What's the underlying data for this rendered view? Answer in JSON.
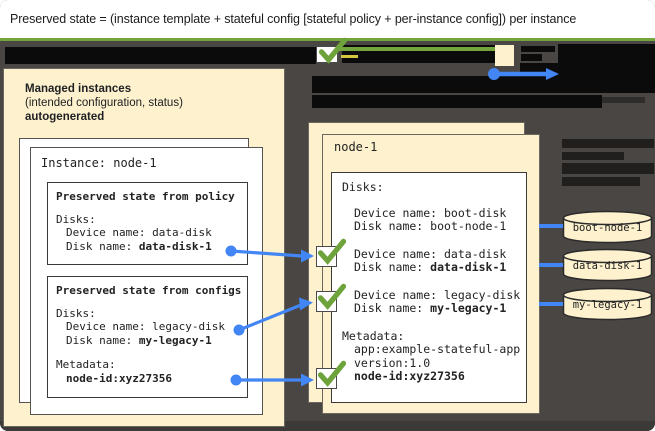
{
  "banner": {
    "text": "Preserved state = (instance template + stateful config [stateful policy + per-instance config]) per instance"
  },
  "colors": {
    "background_dark": "#494643",
    "panel_cream": "#FEF2CE",
    "arrow_blue": "#4285F4",
    "check_green": "#6EA33C",
    "line_green": "#74A53D",
    "redaction_black": "#0b0b0b"
  },
  "left_panel": {
    "header_line1": "Managed instances",
    "header_line2": "(intended configuration, status)",
    "header_line3": "autogenerated",
    "instance_title": "Instance: node-1",
    "policy_box": {
      "title": "Preserved state from policy",
      "disks_label": "Disks:",
      "device_line": "Device name: data-disk",
      "disk_prefix": "Disk name: ",
      "disk_value": "data-disk-1"
    },
    "configs_box": {
      "title": "Preserved state from configs",
      "disks_label": "Disks:",
      "device_line": "Device name: legacy-disk",
      "disk_prefix": "Disk name: ",
      "disk_value": "my-legacy-1",
      "metadata_label": "Metadata:",
      "metadata_value": "node-id:xyz27356"
    }
  },
  "right_panel": {
    "title": "node-1",
    "disks_label": "Disks:",
    "entries": [
      {
        "device": "Device name: boot-disk",
        "disk_prefix": "Disk name: ",
        "disk_value": "boot-node-1"
      },
      {
        "device": "Device name: data-disk",
        "disk_prefix": "Disk name: ",
        "disk_value": "data-disk-1"
      },
      {
        "device": "Device name: legacy-disk",
        "disk_prefix": "Disk name: ",
        "disk_value": "my-legacy-1"
      }
    ],
    "metadata_label": "Metadata:",
    "metadata_line1": "app:example-stateful-app",
    "metadata_line2": "version:1.0",
    "metadata_bold": "node-id:xyz27356"
  },
  "disk_cylinders": [
    "boot-node-1",
    "data-disk-1",
    "my-legacy-1"
  ]
}
